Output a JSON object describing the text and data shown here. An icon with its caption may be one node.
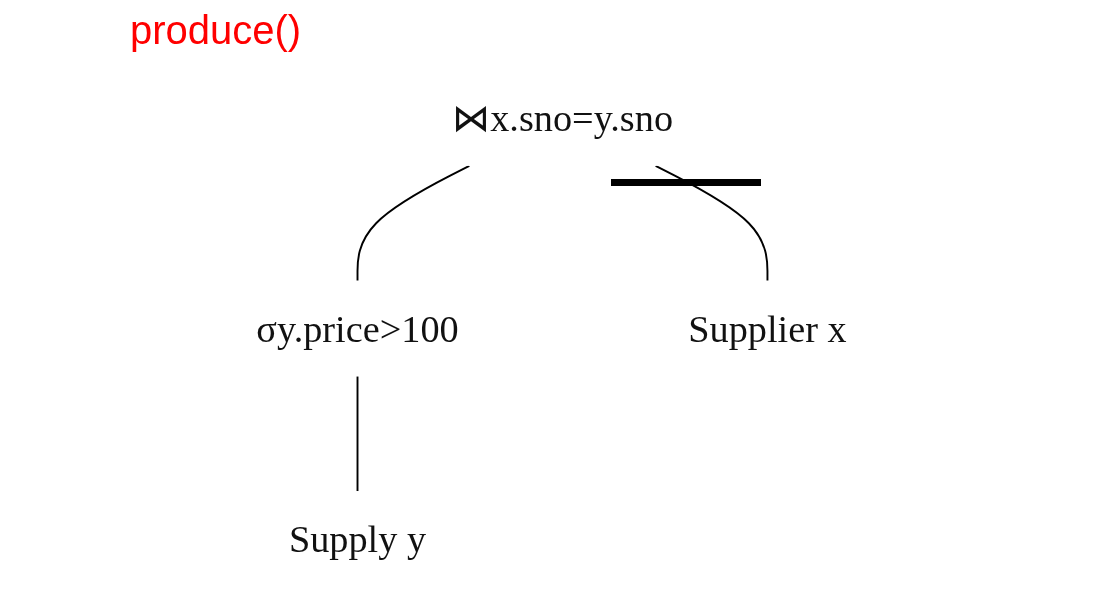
{
  "diagram": {
    "nodes": [
      {
        "text": [
          "⋈x.sno=y.sno"
        ]
      },
      {
        "text": [
          "σy.price>100"
        ]
      },
      {
        "text": [
          "Supplier x"
        ]
      },
      {
        "text": [
          "Supply y"
        ]
      }
    ],
    "edges": [
      {
        "from": 0,
        "to": 2,
        "arrow": "none"
      },
      {
        "from": 0,
        "to": 1,
        "arrow": "none"
      },
      {
        "from": 1,
        "to": 3,
        "arrow": "none"
      }
    ],
    "labels": [
      "produce()"
    ]
  }
}
